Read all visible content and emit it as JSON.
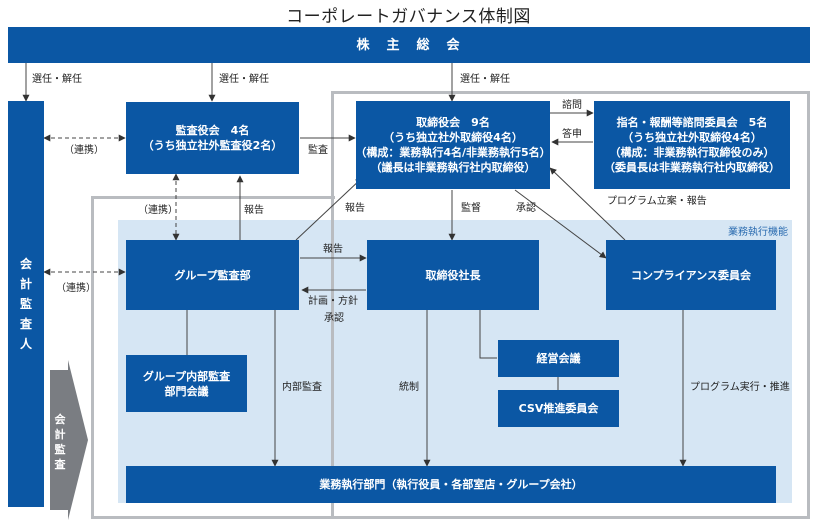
{
  "title": "コーポレートガバナンス体制図",
  "shareholders": "株　主　総　会",
  "auditor_accounting": "会計監査人",
  "accounting_audit_arrow": "会計監査",
  "audit_board": {
    "line1": "監査役会　4名",
    "line2": "（うち独立社外監査役2名）"
  },
  "board": {
    "line1": "取締役会　9名",
    "line2": "（うち独立社外取締役4名）",
    "line3": "（構成：業務執行4名/非業務執行5名）",
    "line4": "（議長は非業務執行社内取締役）"
  },
  "nomination_committee": {
    "line1": "指名・報酬等諮問委員会　5名",
    "line2": "（うち独立社外取締役4名）",
    "line3": "（構成：非業務執行取締役のみ）",
    "line4": "（委員長は非業務執行社内取締役）"
  },
  "group_audit": "グループ監査部",
  "president": "取締役社長",
  "compliance_committee": "コンプライアンス委員会",
  "group_internal_audit_meeting": {
    "line1": "グループ内部監査",
    "line2": "部門会議"
  },
  "management_meeting": "経営会議",
  "csv_committee": "CSV推進委員会",
  "business_division": "業務執行部門（執行役員・各部室店・グループ会社）",
  "business_function_label": "業務執行機能",
  "labels": {
    "elect_dismiss_1": "選任・解任",
    "elect_dismiss_2": "選任・解任",
    "elect_dismiss_3": "選任・解任",
    "cooperation_1": "（連携）",
    "cooperation_2": "（連携）",
    "cooperation_3": "（連携）",
    "audit_1": "監査",
    "report_1": "報告",
    "report_2": "報告",
    "report_3": "報告",
    "consult": "諮問",
    "answer": "答申",
    "supervise": "監督",
    "approve_1": "承認",
    "plan_report": "プログラム立案・報告",
    "plan_policy": "計画・方針",
    "approve_2": "承認",
    "internal_audit": "内部監査",
    "control": "統制",
    "program_exec": "プログラム実行・推進"
  },
  "colors": {
    "box_blue": "#0b57a4",
    "region_blue": "#d6e6f4",
    "region_gray": "#b9bcc0",
    "arrow_gray": "#777b80"
  }
}
